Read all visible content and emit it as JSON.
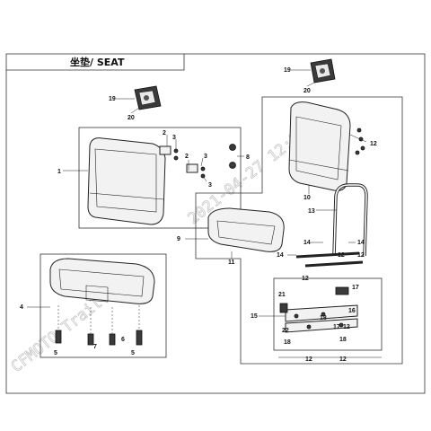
{
  "title": "坐垫/ SEAT",
  "watermark": {
    "line1": "CFMOTO Trail lly",
    "line2": "2021-04-27  12:25:08"
  },
  "callouts": [
    "1",
    "2",
    "3",
    "4",
    "5",
    "6",
    "7",
    "8",
    "9",
    "10",
    "11",
    "12",
    "13",
    "14",
    "15",
    "16",
    "17",
    "18",
    "19",
    "20",
    "21",
    "22"
  ]
}
